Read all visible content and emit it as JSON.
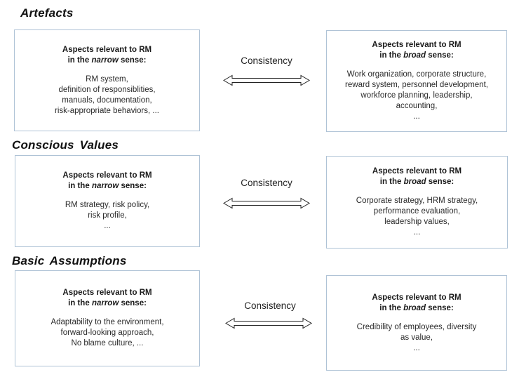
{
  "colors": {
    "box_border": "#afc3d6",
    "text": "#1f1f1f",
    "background": "#ffffff"
  },
  "sections": [
    {
      "heading": "Artefacts",
      "consistency_label": "Consistency",
      "left": {
        "title_line1": "Aspects relevant to RM",
        "title_pre": "in the ",
        "title_em": "narrow",
        "title_post": " sense:",
        "body_lines": [
          "RM system,",
          "definition of responsiblities,",
          "manuals, documentation,",
          "risk-appropriate behaviors, ..."
        ]
      },
      "right": {
        "title_line1": "Aspects relevant to RM",
        "title_pre": "in the ",
        "title_em": "broad",
        "title_post": " sense:",
        "body_lines": [
          "Work organization, corporate structure,",
          "reward system, personnel development,",
          "workforce planning, leadership,",
          "accounting,",
          "..."
        ]
      }
    },
    {
      "heading": "Conscious Values",
      "consistency_label": "Consistency",
      "left": {
        "title_line1": "Aspects relevant to RM",
        "title_pre": "in the ",
        "title_em": "narrow",
        "title_post": " sense:",
        "body_lines": [
          "RM strategy, risk policy,",
          "risk profile,",
          "..."
        ]
      },
      "right": {
        "title_line1": "Aspects relevant to RM",
        "title_pre": "in the ",
        "title_em": "broad",
        "title_post": " sense:",
        "body_lines": [
          "Corporate strategy, HRM strategy,",
          "performance evaluation,",
          "leadership values,",
          "..."
        ]
      }
    },
    {
      "heading": "Basic Assumptions",
      "consistency_label": "Consistency",
      "left": {
        "title_line1": "Aspects relevant to RM",
        "title_pre": "in the ",
        "title_em": "narrow",
        "title_post": " sense:",
        "body_lines": [
          "Adaptability to the environment,",
          "forward-looking approach,",
          "No blame culture, ..."
        ]
      },
      "right": {
        "title_line1": "Aspects relevant to RM",
        "title_pre": "in the ",
        "title_em": "broad",
        "title_post": " sense:",
        "body_lines": [
          "Credibility of employees, diversity",
          "as value,",
          "..."
        ]
      }
    }
  ]
}
